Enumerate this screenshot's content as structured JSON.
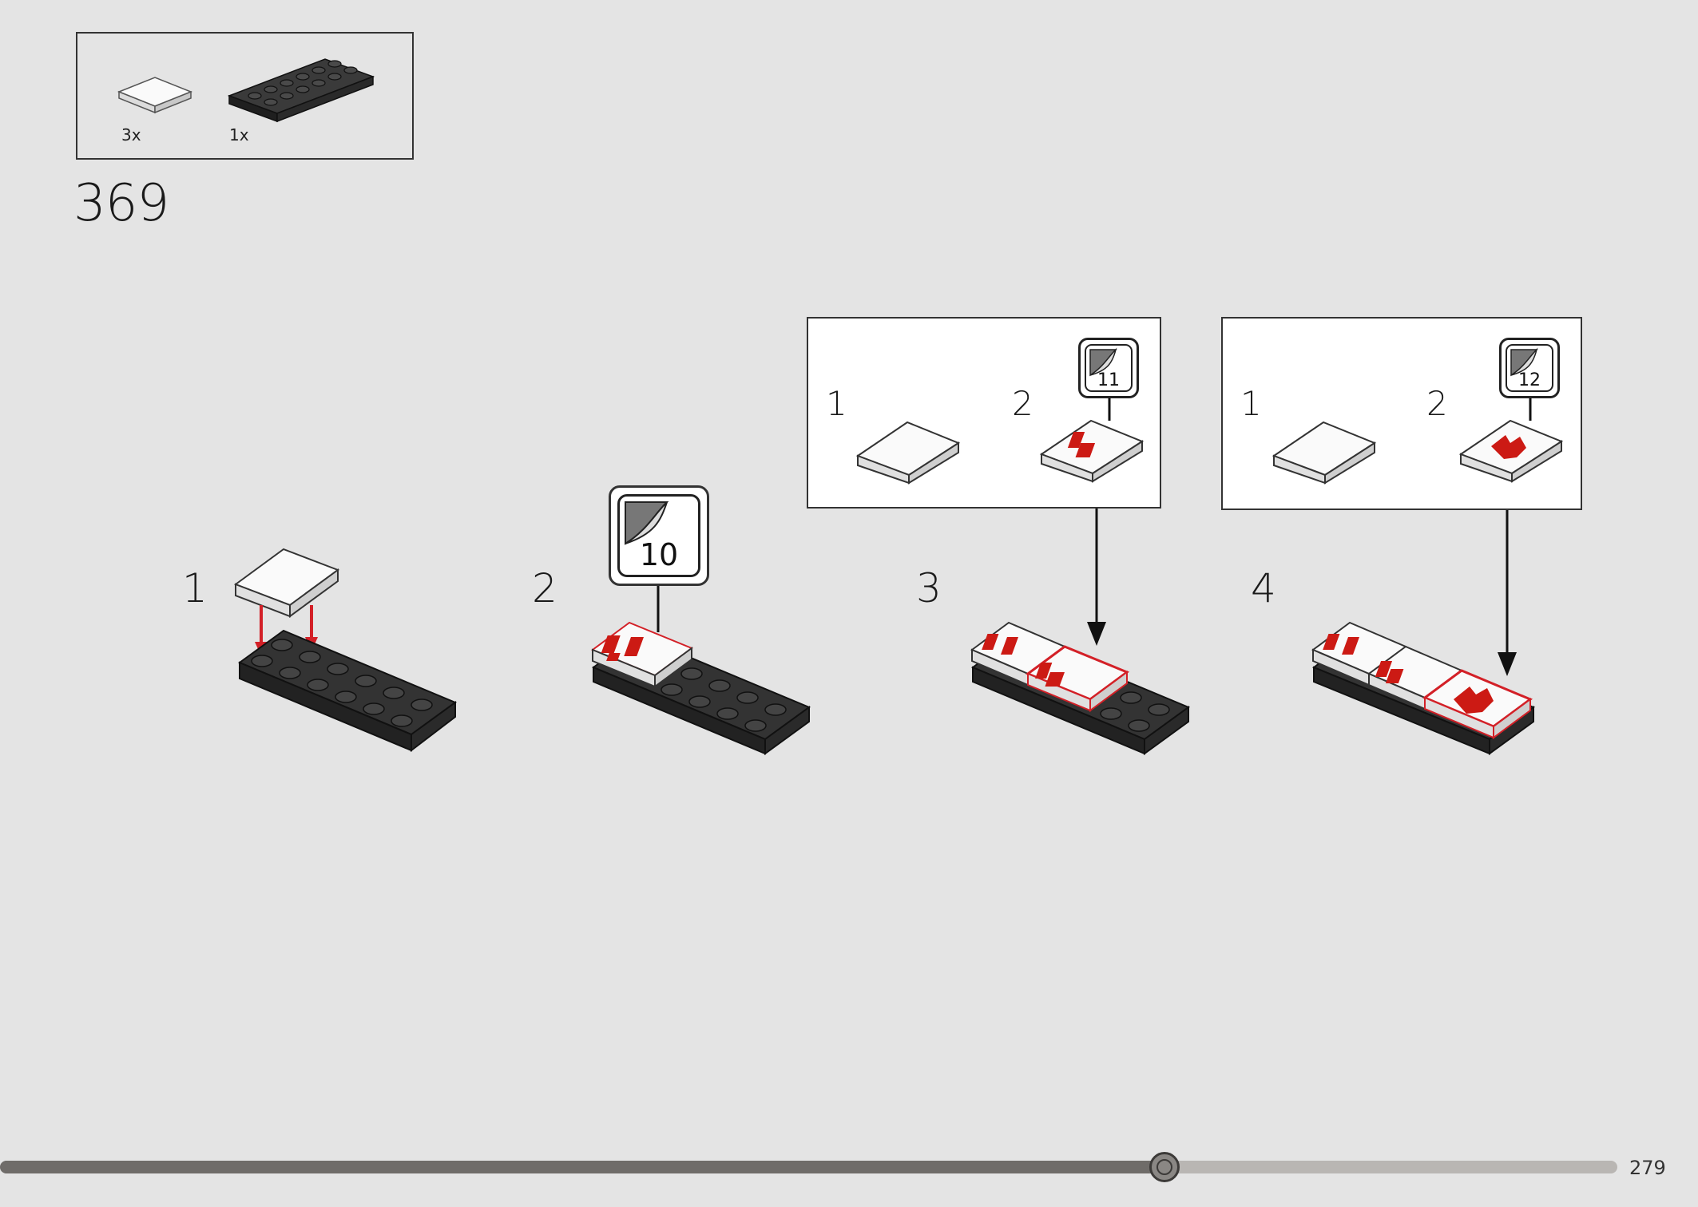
{
  "parts_list": {
    "items": [
      {
        "icon": "white-tile-2x2-icon",
        "quantity": "3x"
      },
      {
        "icon": "black-plate-2x6-icon",
        "quantity": "1x"
      }
    ]
  },
  "step_number": "369",
  "sub_steps": [
    {
      "label": "1"
    },
    {
      "label": "2",
      "sticker": "10"
    },
    {
      "label": "3"
    },
    {
      "label": "4"
    }
  ],
  "callout_3": {
    "step_a": "1",
    "step_b": "2",
    "sticker": "11"
  },
  "callout_4": {
    "step_a": "1",
    "step_b": "2",
    "sticker": "12"
  },
  "progress": {
    "fraction": 0.72
  },
  "page_number": "279",
  "colors": {
    "background": "#e4e4e4",
    "arrow_red": "#d32027",
    "brick_black": "#2b2b2b",
    "tile_white": "#f7f7f7",
    "sticker_red": "#cc1a14"
  }
}
